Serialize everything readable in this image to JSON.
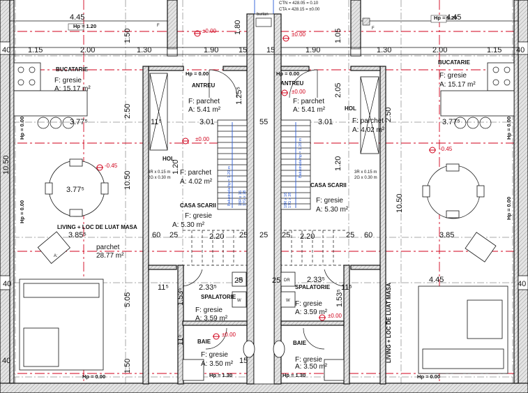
{
  "header": {
    "ctn_label": "CTN = 428.05 = 0.10",
    "cta_label": "CTA = 428.15 = ±0.00",
    "burlan": "burlan"
  },
  "top_dims": [
    "4.45",
    "1.15",
    "2.00",
    "1.30",
    "1.90",
    "15",
    "1.90",
    "1.30",
    "2.00",
    "1.15",
    "4.45",
    "1.80",
    "1.50",
    "1.05",
    "40",
    "40"
  ],
  "hp_labels": {
    "hp120": "Hp = 1.20",
    "hp000": "Hp = 0.00",
    "hp130": "Hp = 1.30"
  },
  "levels": {
    "zero": "±0.00",
    "minus045": "-0.45"
  },
  "rooms": {
    "bucatarie": {
      "name": "BUCATARIE",
      "finish": "F:   gresie",
      "area": "A: 15.17 m²"
    },
    "antreu": {
      "name": "ANTREU",
      "finish": "F:  parchet",
      "area": "A: 5.41 m²"
    },
    "hol": {
      "name": "HOL",
      "finish": "F:  parchet",
      "area": "A: 4.02 m²"
    },
    "casa_scarii": {
      "name": "CASA SCARII",
      "finish": "F:   gresie",
      "area": "A: 5.30 m²"
    },
    "living": {
      "name": "LIVING + LOC DE LUAT MASA",
      "finish": "parchet",
      "area": "28.77 m²"
    },
    "spalatorie": {
      "name": "SPALATORIE",
      "finish": "F:   gresie",
      "area": "A: 3.59 m²"
    },
    "baie": {
      "name": "BAIE",
      "finish": "F:   gresie",
      "area": "A: 3.50 m²"
    }
  },
  "inner_dims": {
    "d377": "3.77⁵",
    "d385": "3.85⁵",
    "d385b": "3.85",
    "d301": "3.01",
    "d55": "55",
    "d220": "2.20",
    "d233": "2.33⁵",
    "d445": "4.45",
    "d25": "25",
    "d60": "60",
    "d115": "11⁵",
    "d125": "1.25⁵",
    "d205": "2.05",
    "d250": "2.50",
    "d1050": "10.50",
    "d120": "1.20",
    "d505": "5.05",
    "d153": "1.53⁵",
    "d150": "1.50",
    "d40": "40",
    "d15": "15"
  },
  "stairs": {
    "steps_a": "3R x 0.15 m",
    "steps_b": "2G x 0.30 m",
    "lift_left": "Balustrada hp = 1.20 m",
    "lift_right": "Balustrada hp = 1.20 m",
    "treads_a": "18R x 16",
    "treads_b": "17G x 28"
  },
  "labels": {
    "dr": "DR",
    "w": "W",
    "f": "F"
  }
}
